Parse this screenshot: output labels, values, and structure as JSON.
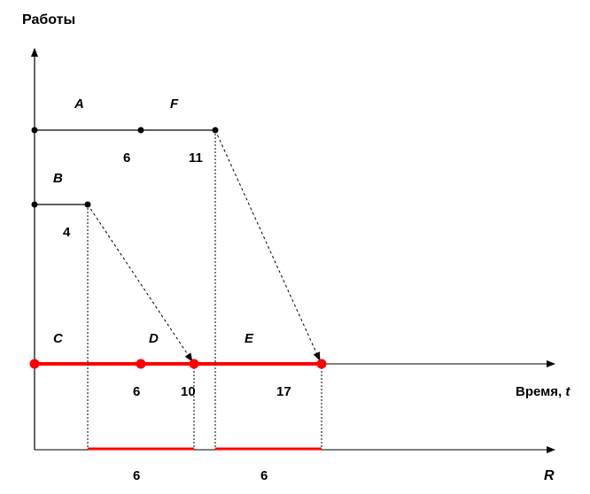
{
  "axes": {
    "y_title": "Работы",
    "time_title": "Время,",
    "time_symbol": "t",
    "resource_symbol": "R"
  },
  "activities": [
    {
      "label": "A",
      "start": 0,
      "end": 6,
      "critical": false
    },
    {
      "label": "F",
      "start": 6,
      "end": 11,
      "critical": false
    },
    {
      "label": "B",
      "start": 0,
      "end": 4,
      "critical": false
    },
    {
      "label": "C",
      "start": 0,
      "end": 6,
      "critical": true
    },
    {
      "label": "D",
      "start": 6,
      "end": 10,
      "critical": true
    },
    {
      "label": "E",
      "start": 10,
      "end": 17,
      "critical": true
    }
  ],
  "event_labels": {
    "a_end": "6",
    "f_end": "11",
    "b_end": "4",
    "c_end": "6",
    "d_end": "10",
    "e_end": "17"
  },
  "resource_labels": {
    "first": "6",
    "second": "6"
  },
  "colors": {
    "critical": "#ff0000",
    "normal": "#000000"
  }
}
